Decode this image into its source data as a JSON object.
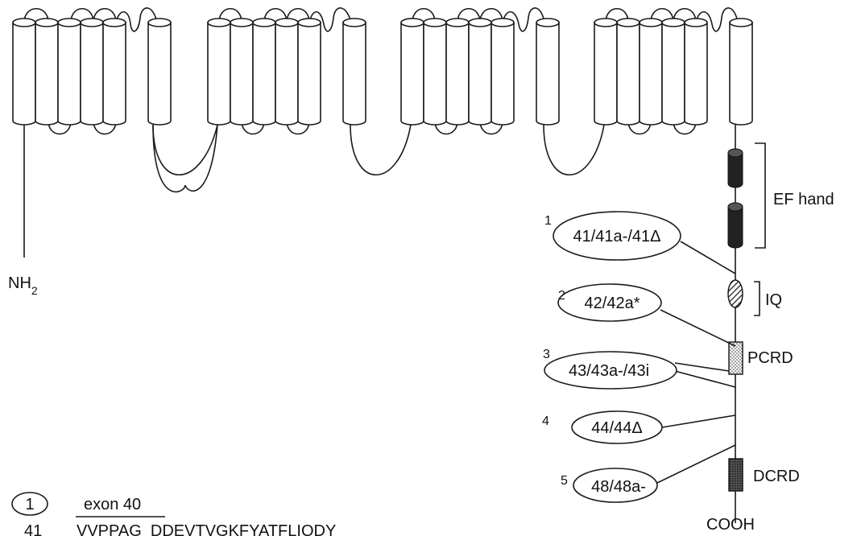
{
  "labels": {
    "nh2": "NH",
    "nh2_sub": "2",
    "cooh": "COOH",
    "ef_hand": "EF hand",
    "iq": "IQ",
    "pcrd": "PCRD",
    "dcrd": "DCRD"
  },
  "splice_sites": [
    {
      "number": "1",
      "exons": "41/41a-/41Δ"
    },
    {
      "number": "2",
      "exons": "42/42a*"
    },
    {
      "number": "3",
      "exons": "43/43a-/43i"
    },
    {
      "number": "4",
      "exons": "44/44Δ"
    },
    {
      "number": "5",
      "exons": "48/48a-"
    }
  ],
  "bottom_legend": {
    "circle_number": "1",
    "exon_label": "exon 40",
    "row_number": "41",
    "sequence": "VVPPAG  DDEVTVGKFYATFLIQDY"
  },
  "colors": {
    "stroke": "#1a1a1a",
    "ef_fill": "#222222",
    "background": "#ffffff"
  }
}
